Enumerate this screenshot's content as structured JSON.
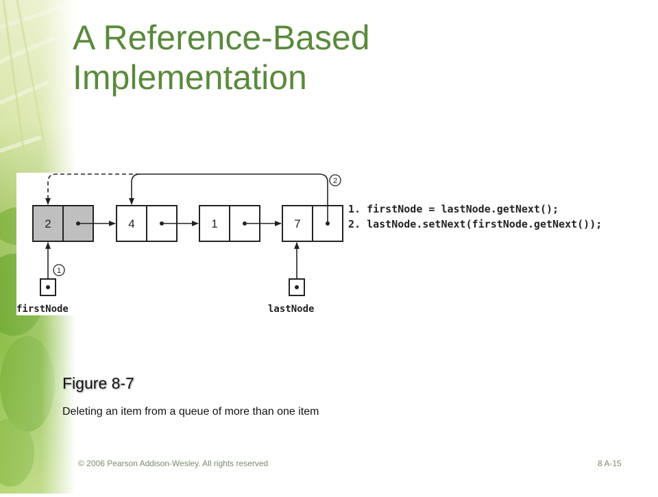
{
  "slide": {
    "title": "A Reference-Based Implementation",
    "figure_label": "Figure 8-7",
    "figure_caption": "Deleting an item from a queue of more than one item",
    "footer_left": "© 2006 Pearson Addison-Wesley. All rights reserved",
    "footer_right": "8 A-15"
  },
  "diagram": {
    "nodes": [
      {
        "value": "2",
        "highlighted": true
      },
      {
        "value": "4",
        "highlighted": false
      },
      {
        "value": "1",
        "highlighted": false
      },
      {
        "value": "7",
        "highlighted": false
      }
    ],
    "first_pointer_label": "firstNode",
    "last_pointer_label": "lastNode",
    "code_lines": [
      "1. firstNode = lastNode.getNext();",
      "2. lastNode.setNext(firstNode.getNext());"
    ],
    "step_markers": [
      "1",
      "2"
    ],
    "colors": {
      "title": "#5a8a3c",
      "highlight_fill": "#bfbfbf",
      "line": "#222222"
    }
  }
}
